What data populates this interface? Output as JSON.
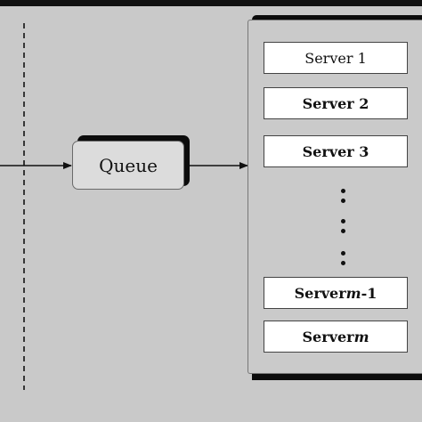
{
  "queue": {
    "label": "Queue"
  },
  "servers": [
    {
      "label": "Server 1",
      "suffix": "",
      "bold": false
    },
    {
      "label": "Server 2",
      "suffix": "",
      "bold": true
    },
    {
      "label": "Server 3",
      "suffix": "",
      "bold": true
    },
    {
      "label": "Server ",
      "italic": "m",
      "suffix": "-1",
      "bold": true
    },
    {
      "label": "Server ",
      "italic": "m",
      "suffix": "",
      "bold": true
    }
  ],
  "colors": {
    "background": "#c9c9c9",
    "shadow": "#0c0c0c",
    "queue_fill": "#dcdcdc",
    "server_fill": "#ffffff",
    "line": "#111111"
  },
  "icons": [
    "arrow-right-icon",
    "ellipsis-vertical-icon"
  ]
}
